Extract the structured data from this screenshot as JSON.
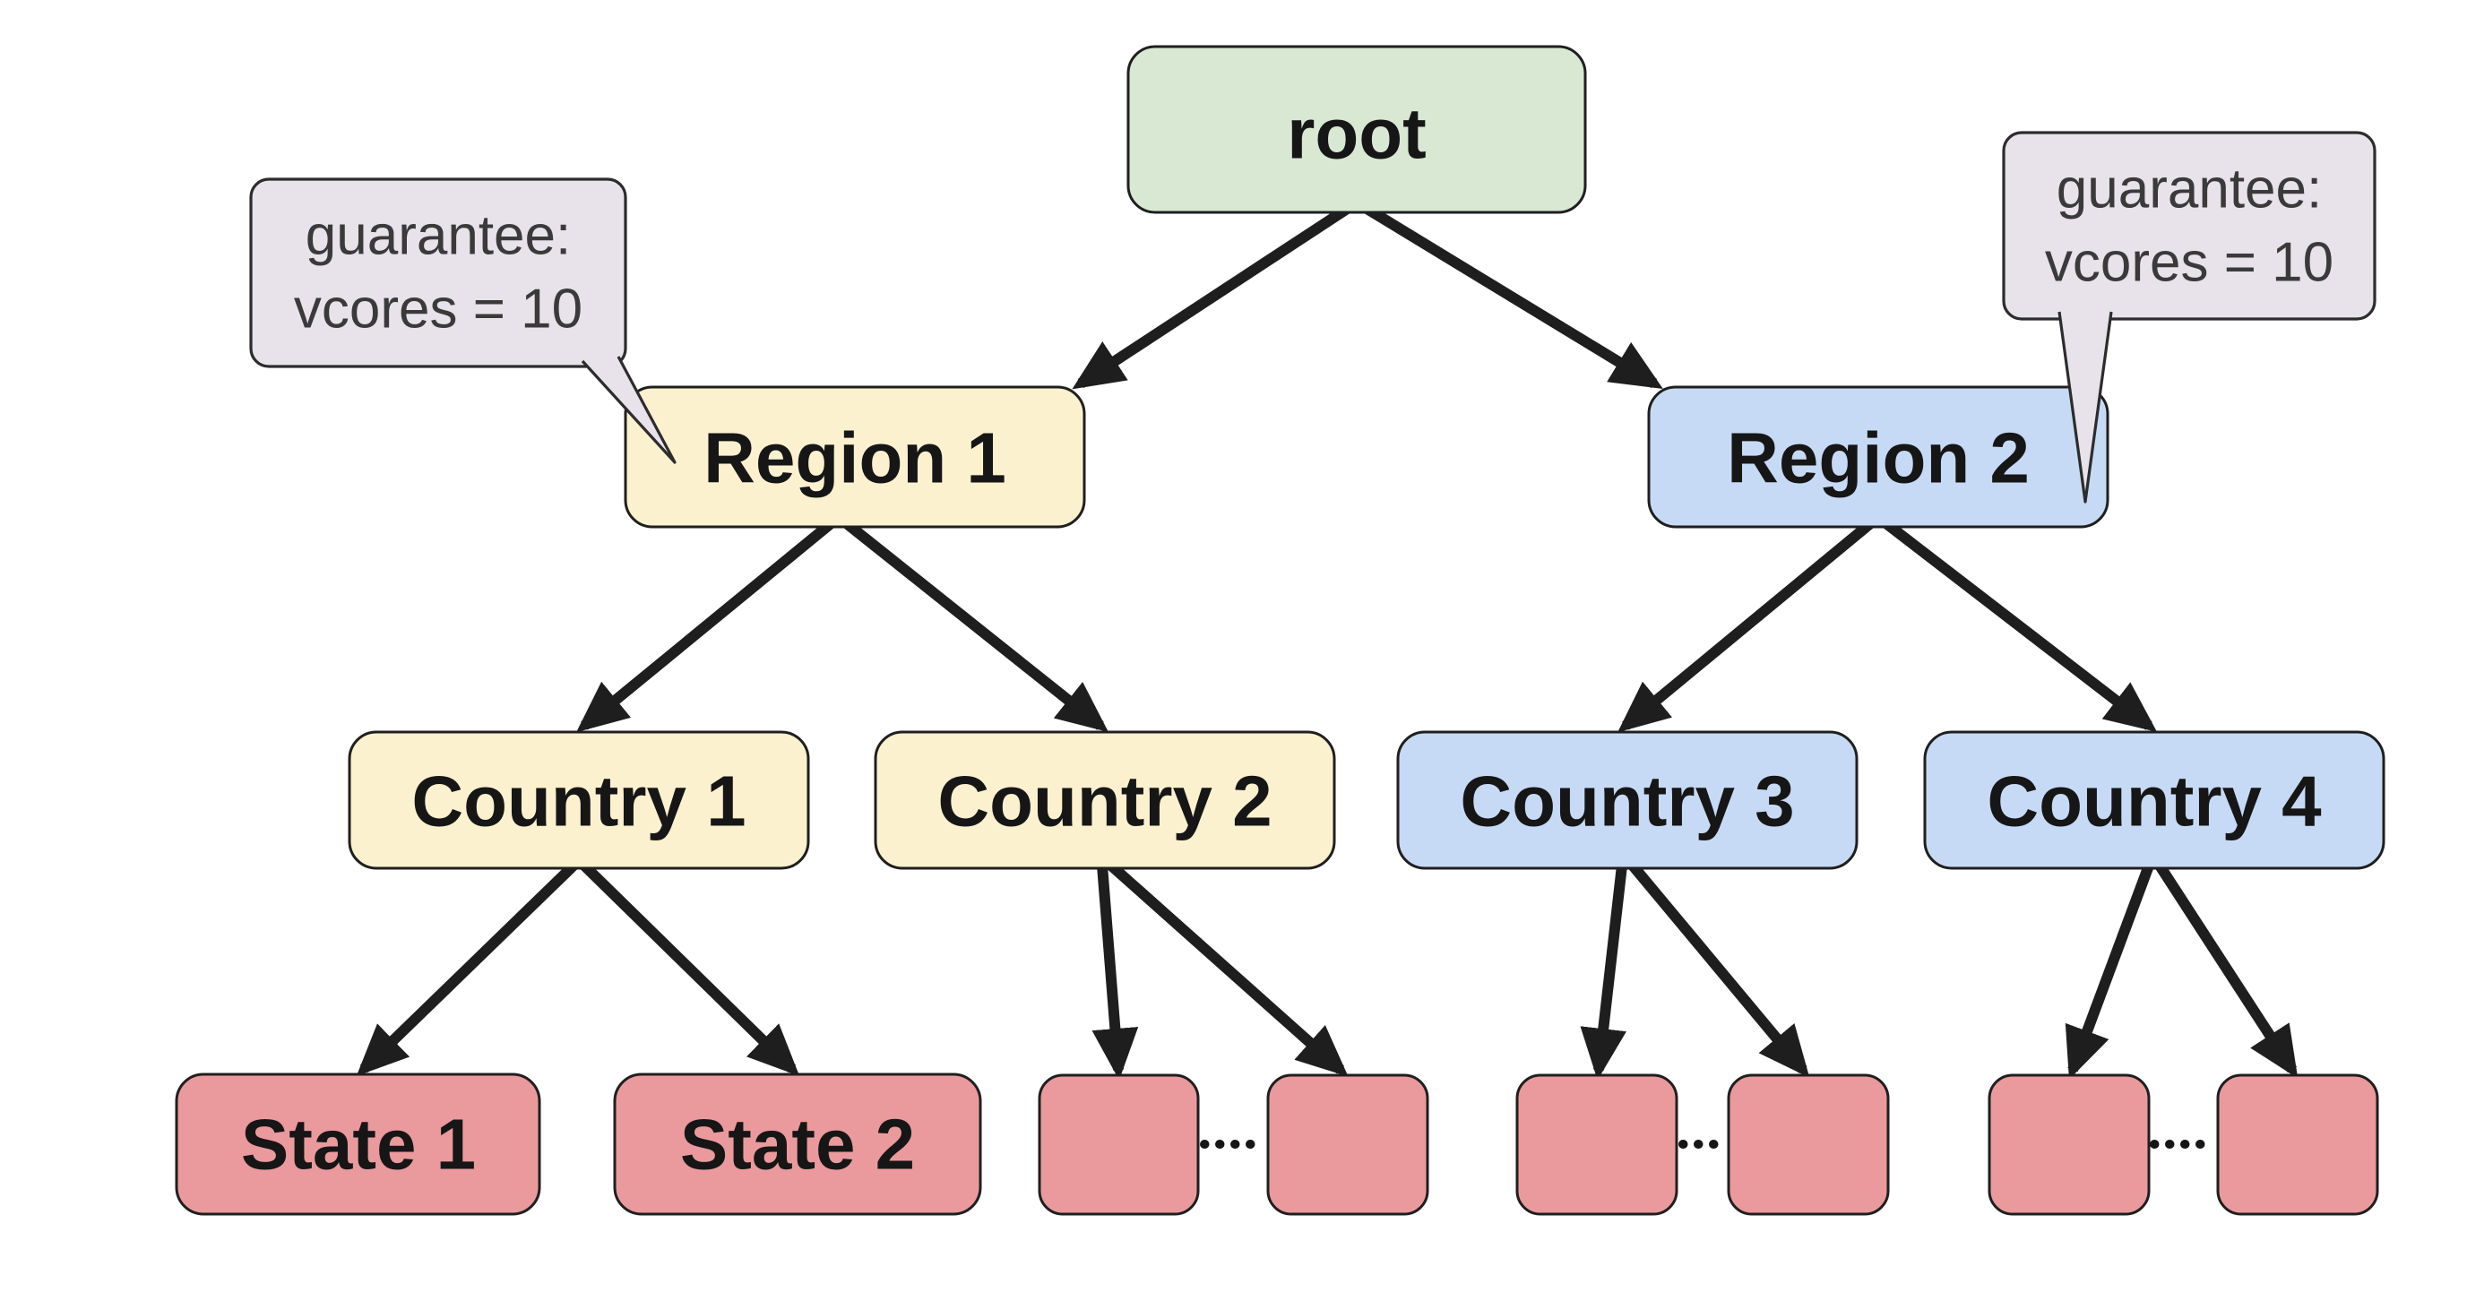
{
  "nodes": {
    "root": {
      "label": "root",
      "fill": "#d8e8d3",
      "level": "root"
    },
    "region1": {
      "label": "Region 1",
      "fill": "#fcf1ce",
      "level": "region"
    },
    "region2": {
      "label": "Region 2",
      "fill": "#c7daf5",
      "level": "region"
    },
    "country1": {
      "label": "Country 1",
      "fill": "#fcf1ce",
      "level": "country"
    },
    "country2": {
      "label": "Country 2",
      "fill": "#fcf1ce",
      "level": "country"
    },
    "country3": {
      "label": "Country 3",
      "fill": "#c7daf5",
      "level": "country"
    },
    "country4": {
      "label": "Country 4",
      "fill": "#c7daf5",
      "level": "country"
    },
    "state1": {
      "label": "State 1",
      "fill": "#ea9a9c",
      "level": "state"
    },
    "state2": {
      "label": "State 2",
      "fill": "#ea9a9c",
      "level": "state"
    },
    "leaf_a1": {
      "label": "",
      "fill": "#ea9a9c",
      "level": "state"
    },
    "leaf_a2": {
      "label": "",
      "fill": "#ea9a9c",
      "level": "state"
    },
    "leaf_b1": {
      "label": "",
      "fill": "#ea9a9c",
      "level": "state"
    },
    "leaf_b2": {
      "label": "",
      "fill": "#ea9a9c",
      "level": "state"
    },
    "leaf_c1": {
      "label": "",
      "fill": "#ea9a9c",
      "level": "state"
    },
    "leaf_c2": {
      "label": "",
      "fill": "#ea9a9c",
      "level": "state"
    }
  },
  "edges": [
    {
      "from": "root",
      "to": "region1"
    },
    {
      "from": "root",
      "to": "region2"
    },
    {
      "from": "region1",
      "to": "country1"
    },
    {
      "from": "region1",
      "to": "country2"
    },
    {
      "from": "region2",
      "to": "country3"
    },
    {
      "from": "region2",
      "to": "country4"
    },
    {
      "from": "country1",
      "to": "state1"
    },
    {
      "from": "country1",
      "to": "state2"
    },
    {
      "from": "country2",
      "to": "leaf_a1"
    },
    {
      "from": "country2",
      "to": "leaf_a2"
    },
    {
      "from": "country3",
      "to": "leaf_b1"
    },
    {
      "from": "country3",
      "to": "leaf_b2"
    },
    {
      "from": "country4",
      "to": "leaf_c1"
    },
    {
      "from": "country4",
      "to": "leaf_c2"
    }
  ],
  "dotted_links": [
    [
      "leaf_a1",
      "leaf_a2"
    ],
    [
      "leaf_b1",
      "leaf_b2"
    ],
    [
      "leaf_c1",
      "leaf_c2"
    ]
  ],
  "callouts": {
    "left": {
      "line1": "guarantee:",
      "line2": "vcores = 10",
      "target": "region1",
      "fill": "#e8e2ea"
    },
    "right": {
      "line1": "guarantee:",
      "line2": "vcores = 10",
      "target": "region2",
      "fill": "#e8e2ea"
    }
  },
  "colors": {
    "background": "#ffffff",
    "edge": "#1e1e1e",
    "node_border": "#1f1f1f",
    "node_text": "#161616",
    "callout_border": "#2c2c2c",
    "callout_text": "#3a3a3a",
    "root_fill": "#d8e8d3",
    "region1_branch_fill": "#fcf1ce",
    "region2_branch_fill": "#c7daf5",
    "leaf_fill": "#ea9a9c",
    "callout_fill": "#e8e2ea"
  }
}
